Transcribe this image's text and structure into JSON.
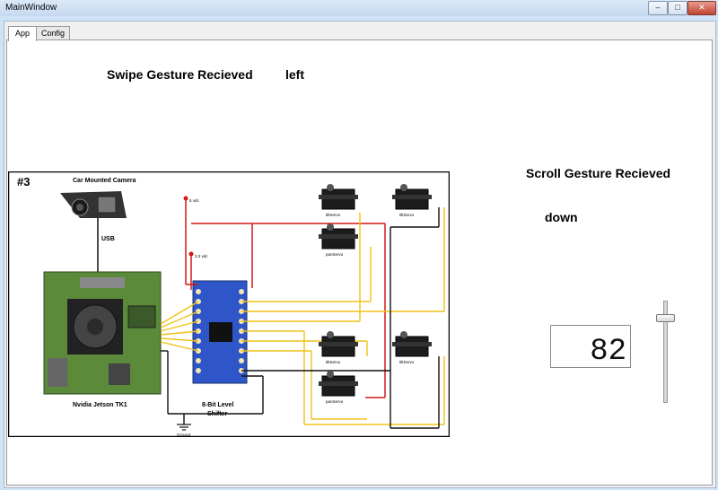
{
  "window": {
    "title": "MainWindow",
    "buttons": {
      "minimize": "–",
      "maximize": "□",
      "close": "✕"
    }
  },
  "tabs": [
    {
      "label": "App",
      "active": true
    },
    {
      "label": "Config",
      "active": false
    }
  ],
  "main": {
    "swipe_label": "Swipe Gesture Recieved",
    "swipe_value": "left",
    "scroll_label": "Scroll Gesture Recieved",
    "scroll_value": "down",
    "lcd_value": "82",
    "slider_level_percent": 82
  },
  "diagram": {
    "number": "#3",
    "camera_label": "Car Mounted Camera",
    "usb_label": "USB",
    "board_label": "Nvidia Jetson TK1",
    "shifter_label_1": "8-Bit Level",
    "shifter_label_2": "Shifter",
    "v5_label": "5 vdc",
    "v33_label": "3.3 vdc",
    "ground_label": "Ground",
    "servo_labels": [
      "tiltServo",
      "tiltServo",
      "panServo",
      "tiltServo",
      "tiltServo",
      "panServo"
    ],
    "colors": {
      "red": "#d01818",
      "yellow": "#f0c21a",
      "black": "#111111",
      "board": "#5a8a3a",
      "shifter": "#2f56c8"
    }
  }
}
